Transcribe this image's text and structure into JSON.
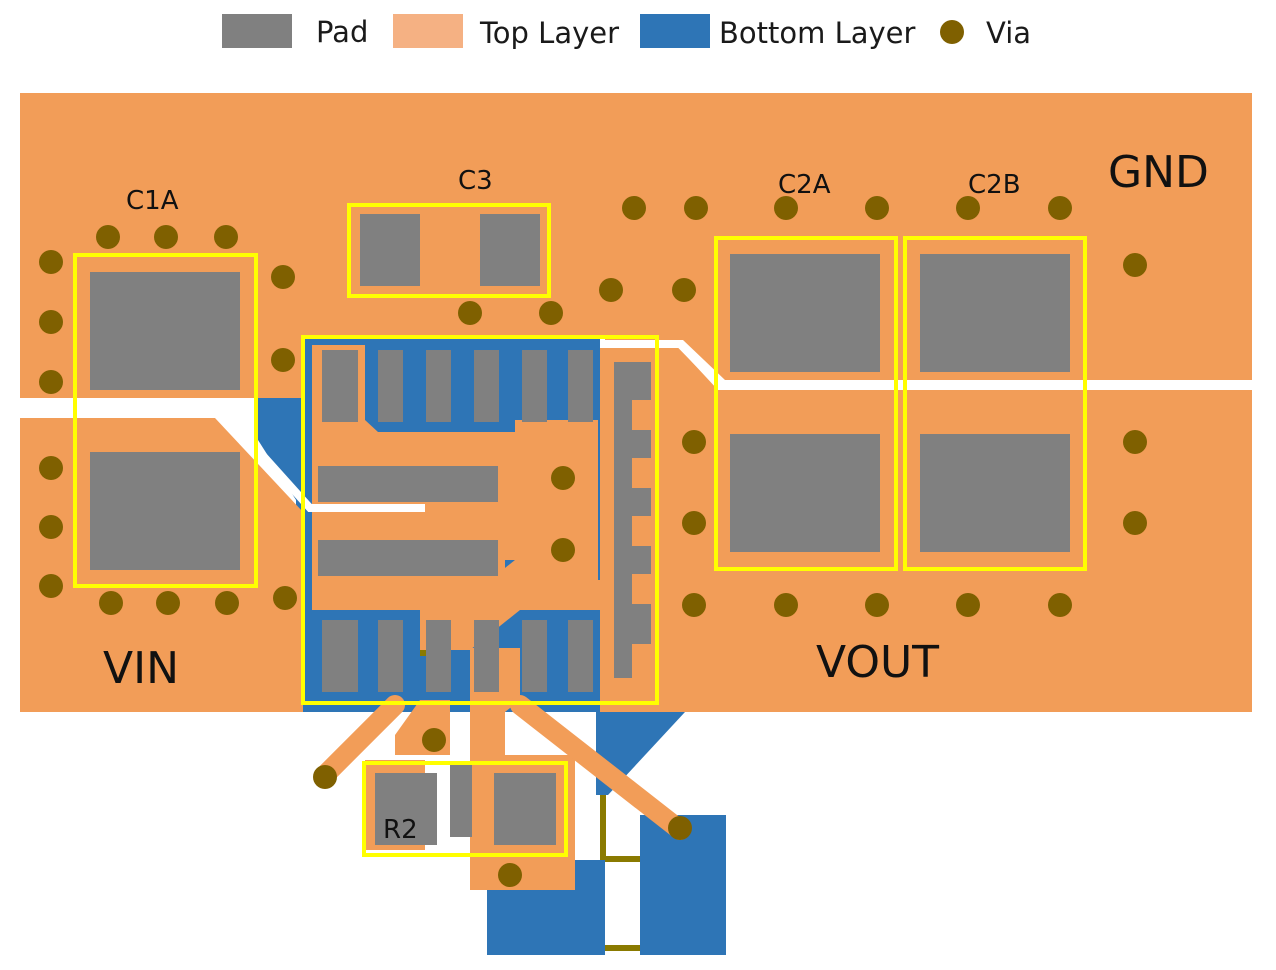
{
  "colors": {
    "background": "#ffffff",
    "pad": "#808080",
    "top_layer": "#f29d58",
    "top_layer_legend": "#f5b183",
    "bottom_layer": "#2e75b6",
    "via": "#7f6000",
    "outline": "#ffff00",
    "trace_olive": "#8a7a00"
  },
  "legend": {
    "pad": "Pad",
    "top_layer": "Top Layer",
    "bottom_layer": "Bottom Layer",
    "via": "Via"
  },
  "components": {
    "c1a": "C1A",
    "c3": "C3",
    "c2a": "C2A",
    "c2b": "C2B",
    "r2": "R2"
  },
  "nets": {
    "gnd": "GND",
    "vin": "VIN",
    "vout": "VOUT"
  }
}
